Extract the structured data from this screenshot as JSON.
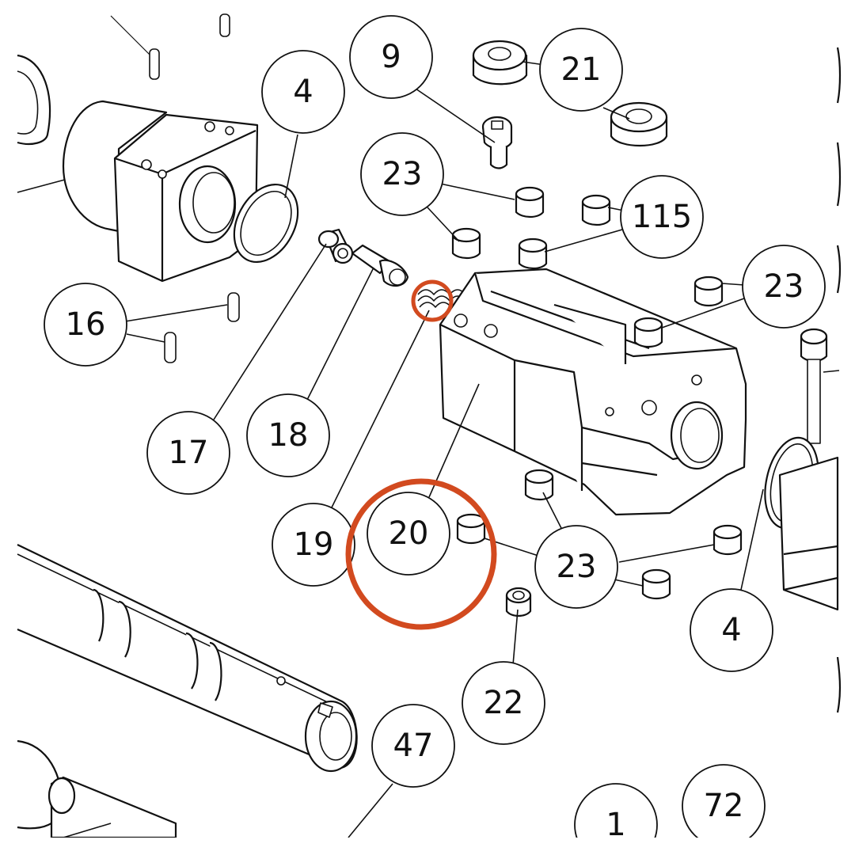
{
  "highlight_color": "#d24a1f",
  "callouts": {
    "c1": "1",
    "c4a": "4",
    "c4b": "4",
    "c9": "9",
    "c16": "16",
    "c17": "17",
    "c18": "18",
    "c19": "19",
    "c20": "20",
    "c21": "21",
    "c22": "22",
    "c23a": "23",
    "c23b": "23",
    "c23c": "23",
    "c47": "47",
    "c72": "72",
    "c115": "115"
  }
}
